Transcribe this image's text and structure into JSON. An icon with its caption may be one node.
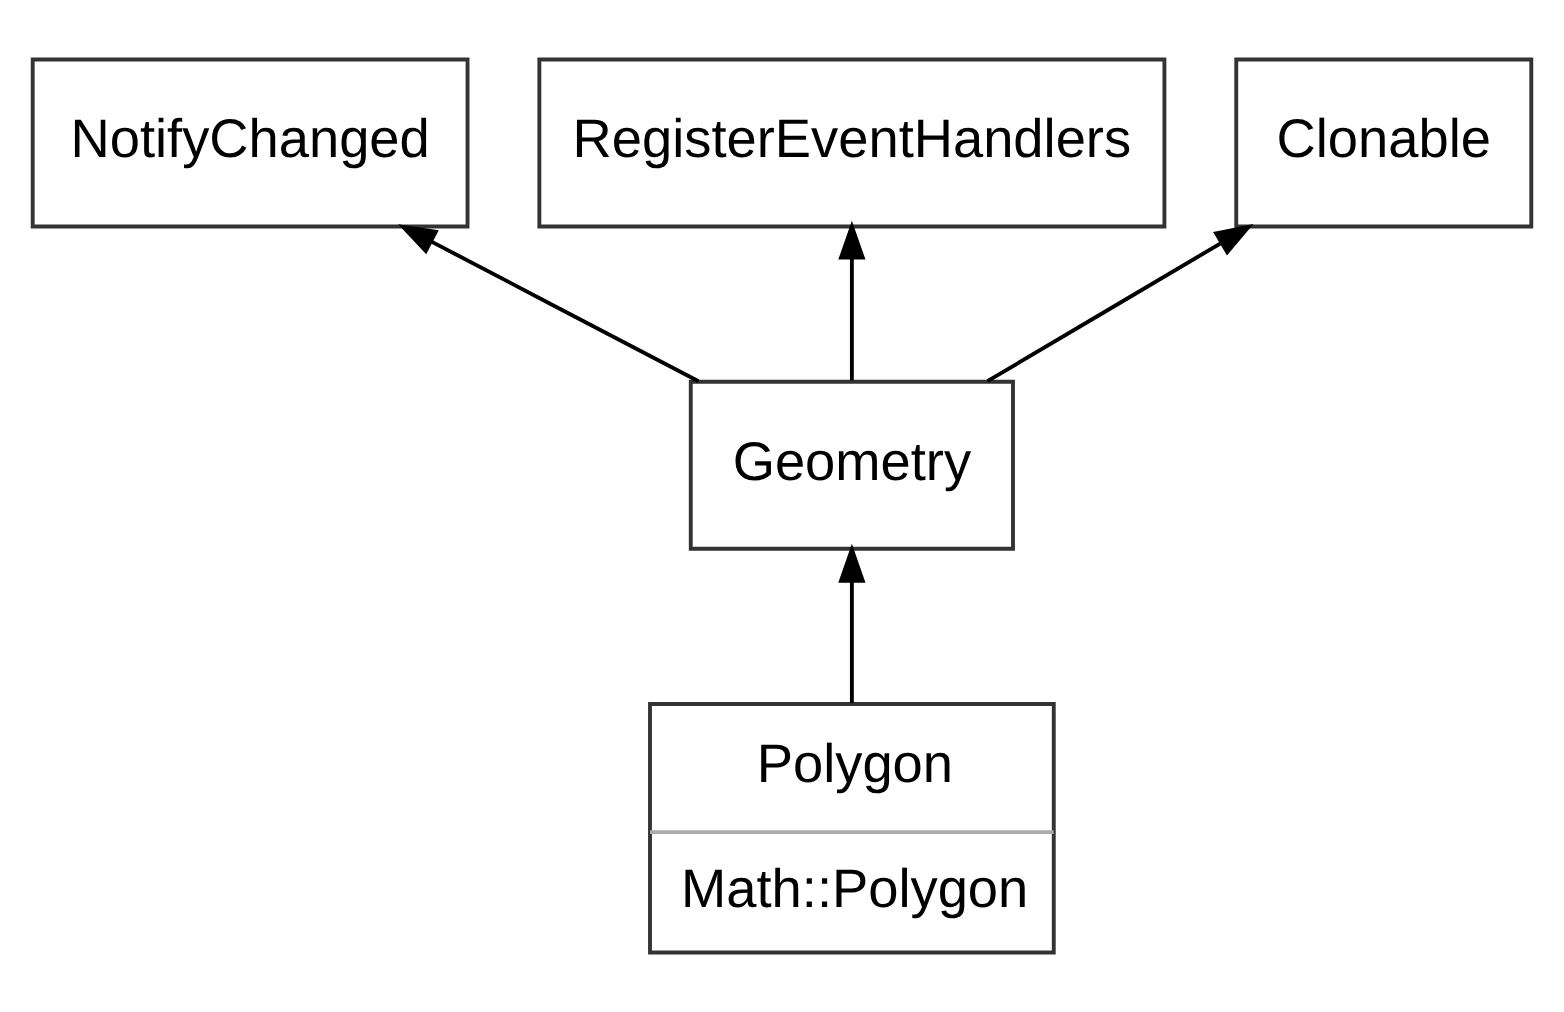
{
  "diagram": {
    "nodes": [
      {
        "text": [
          "NotifyChanged"
        ]
      },
      {
        "text": [
          "RegisterEventHandlers"
        ]
      },
      {
        "text": [
          "Clonable"
        ]
      },
      {
        "text": [
          "Geometry"
        ]
      },
      {
        "text": [
          "Polygon",
          "Math::Polygon"
        ]
      }
    ],
    "edges": [
      {
        "from": 3,
        "to": 0,
        "arrow": "to"
      },
      {
        "from": 3,
        "to": 1,
        "arrow": "to"
      },
      {
        "from": 3,
        "to": 2,
        "arrow": "to"
      },
      {
        "from": 4,
        "to": 3,
        "arrow": "to"
      }
    ]
  }
}
